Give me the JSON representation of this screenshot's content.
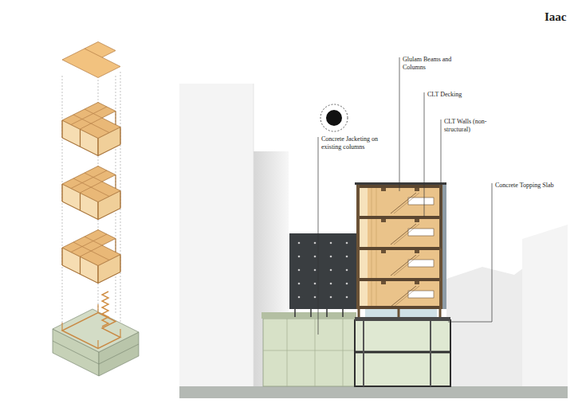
{
  "diagram": {
    "labels": [
      "Iaac",
      "Concrete Jacketing on existing columns",
      "Glulam Beams and Columns",
      "CLT Decking",
      "CLT Walls (non-structural)",
      "Concrete Topping Slab"
    ]
  }
}
